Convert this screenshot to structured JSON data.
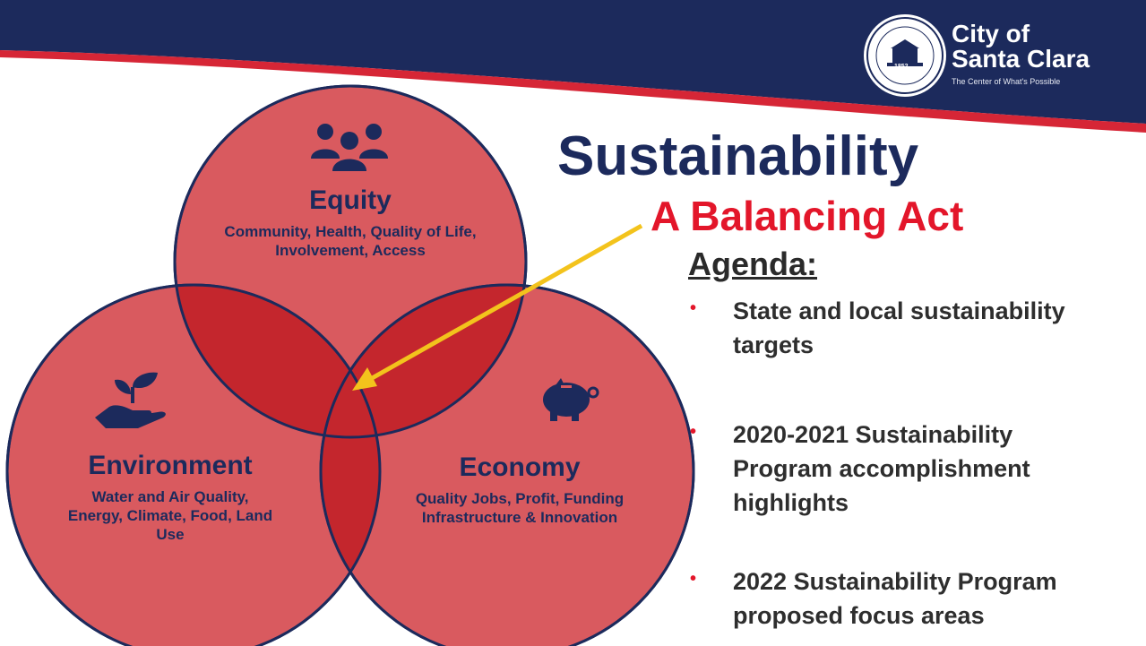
{
  "logo": {
    "line1": "City of",
    "line2": "Santa Clara",
    "tagline": "The Center of What's Possible",
    "seal_year": "1852"
  },
  "title": "Sustainability",
  "subtitle": "A Balancing Act",
  "agenda": {
    "heading": "Agenda:",
    "items": [
      {
        "text": "State and local sustainability targets"
      },
      {
        "text": "2020-2021 Sustainability Program accomplishment highlights"
      },
      {
        "text": "2022 Sustainability Program proposed focus areas"
      }
    ]
  },
  "venn": {
    "equity": {
      "title": "Equity",
      "description": "Community, Health, Quality of Life, Involvement, Access",
      "icon": "people-group-icon"
    },
    "environment": {
      "title": "Environment",
      "description": "Water and Air Quality, Energy, Climate, Food, Land Use",
      "icon": "hand-plant-icon"
    },
    "economy": {
      "title": "Economy",
      "description": "Quality Jobs, Profit, Funding Infrastructure & Innovation",
      "icon": "piggy-bank-icon"
    }
  },
  "colors": {
    "navy": "#1c2a5c",
    "red": "#e3162a",
    "circle_fill": "#d95a5f",
    "overlap_fill": "#c4262d",
    "arrow": "#f3c31c"
  }
}
